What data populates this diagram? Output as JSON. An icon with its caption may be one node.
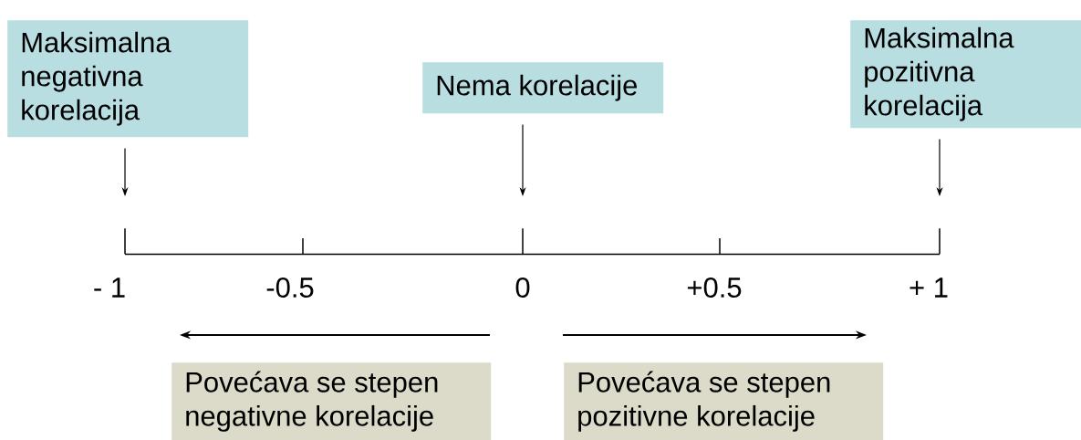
{
  "diagram": {
    "nodes": [
      {
        "text": [
          "Maksimalna negativna korelacija"
        ]
      },
      {
        "text": [
          "Nema korelacije"
        ]
      },
      {
        "text": [
          "Maksimalna pozitivna korelacija"
        ]
      },
      {
        "text": [],
        "shape": "line"
      },
      {
        "text": [],
        "shape": "line"
      },
      {
        "text": [],
        "shape": "line"
      },
      {
        "text": [
          "Povećava se stepen negativne korelacije"
        ]
      },
      {
        "text": [
          "Povećava se stepen pozitivne korelacije"
        ]
      }
    ],
    "edges": [
      {
        "from": 0,
        "to": 3,
        "arrow": "to"
      },
      {
        "from": 1,
        "to": 4,
        "arrow": "to"
      },
      {
        "from": 2,
        "to": 5,
        "arrow": "to"
      },
      {
        "from": 3,
        "to": 4,
        "arrow": "none"
      },
      {
        "from": 4,
        "to": 5,
        "arrow": "none"
      }
    ],
    "labels": [
      "- 1",
      "-0.5",
      "0",
      "+0.5",
      "+ 1"
    ]
  }
}
